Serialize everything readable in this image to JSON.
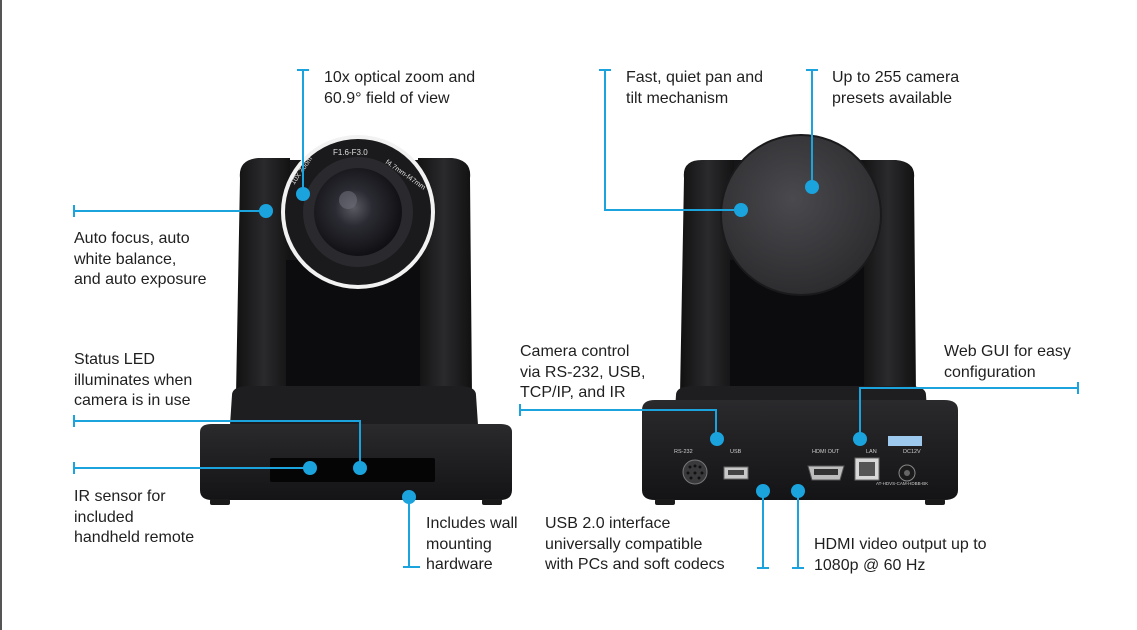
{
  "colors": {
    "accent": "#1aa3dc",
    "camera_body": "#1c1c1e",
    "camera_edge": "#2b2b2e",
    "lens_ring": "#e6e6e6",
    "text": "#1f1f1f"
  },
  "lens_markings": {
    "outer_1": "F1.6-F3.0",
    "outer_2": "f4.7mm-f47mm",
    "outer_3": "10X Zoom"
  },
  "rear_panel_labels": {
    "rs232": "RS-232",
    "usb": "USB",
    "hdmi": "HDMI OUT",
    "lan": "LAN",
    "dc": "DC12V",
    "model": "AT-HDVS-CAM-HDBB-BK"
  },
  "callouts": {
    "zoom": [
      "10x optical zoom and",
      "60.9° field of view"
    ],
    "auto_focus": [
      "Auto focus, auto",
      "white balance,",
      "and auto exposure"
    ],
    "status_led": [
      "Status LED",
      "illuminates when",
      "camera is in use"
    ],
    "ir_sensor": [
      "IR sensor for",
      "included",
      "handheld remote"
    ],
    "wall_mount": [
      "Includes wall",
      "mounting",
      "hardware"
    ],
    "pan_tilt": [
      "Fast, quiet pan and",
      "tilt mechanism"
    ],
    "presets": [
      "Up to 255 camera",
      "presets available"
    ],
    "control": [
      "Camera control",
      "via RS-232, USB,",
      "TCP/IP, and IR"
    ],
    "web_gui": [
      "Web GUI for easy",
      "configuration"
    ],
    "usb": [
      "USB 2.0 interface",
      "universally compatible",
      "with PCs and soft codecs"
    ],
    "hdmi": [
      "HDMI video output up to",
      "1080p @ 60 Hz"
    ]
  }
}
